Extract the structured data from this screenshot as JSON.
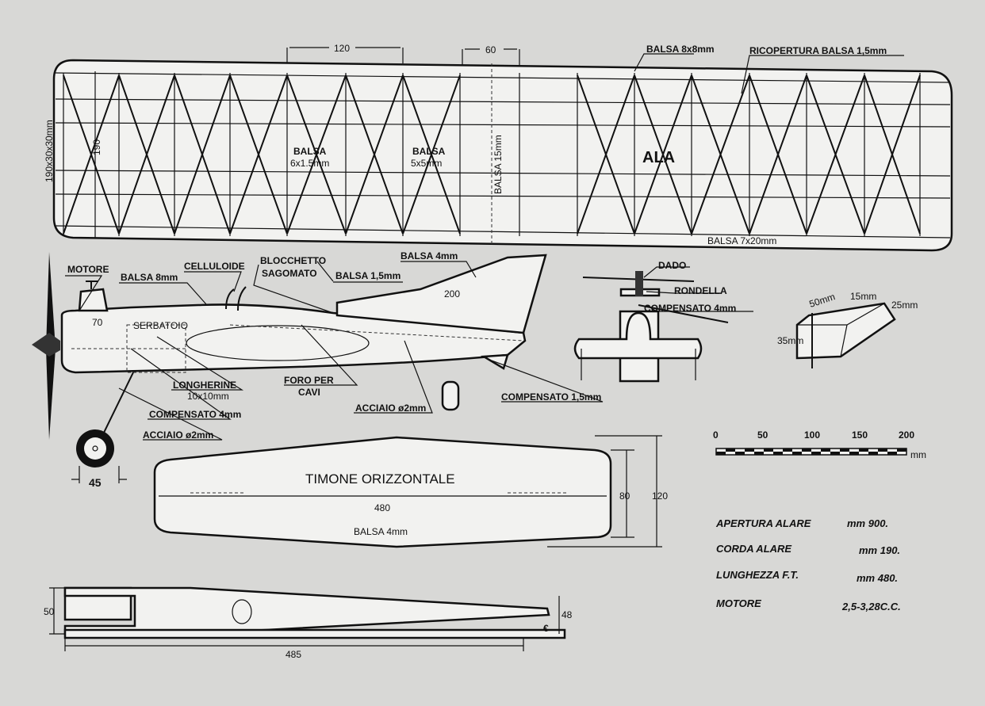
{
  "wing": {
    "dim_120": "120",
    "dim_60": "60",
    "spar_label": "BALSA 8x8mm",
    "covering_label": "RICOPERTURA BALSA 1,5mm",
    "leading_edge": "190x30x30mm",
    "chord": "190",
    "rib_label_1": "BALSA",
    "rib_label_1b": "6x1.5mm",
    "rib_label_2": "BALSA",
    "rib_label_2b": "5x5mm",
    "center_label": "BALSA 15mm",
    "title": "ALA",
    "trailing_edge": "BALSA 7x20mm"
  },
  "fuselage": {
    "motor": "MOTORE",
    "balsa_8": "BALSA 8mm",
    "celluloid": "CELLULOIDE",
    "block_1": "BLOCCHETTO",
    "block_2": "SAGOMATO",
    "balsa_15": "BALSA 1,5mm",
    "balsa_4": "BALSA 4mm",
    "dim_200": "200",
    "dim_70": "70",
    "tank": "SERBATOIO",
    "longerons_1": "LONGHERINE",
    "longerons_2": "10x10mm",
    "cable_hole_1": "FORO PER",
    "cable_hole_2": "CAVI",
    "steel_rear": "ACCIAIO ø2mm",
    "ply_15": "COMPENSATO 1,5mm",
    "ply_4": "COMPENSATO 4mm",
    "steel_front": "ACCIAIO ø2mm",
    "wheel_dim": "45"
  },
  "bellcrank": {
    "nut": "DADO",
    "washer": "RONDELLA",
    "ply": "COMPENSATO 4mm"
  },
  "block": {
    "d50": "50mm",
    "d15": "15mm",
    "d25": "25mm",
    "d35": "35mm"
  },
  "scale": {
    "ticks": [
      "0",
      "50",
      "100",
      "150",
      "200"
    ],
    "unit": "mm"
  },
  "stabilizer": {
    "title": "TIMONE ORIZZONTALE",
    "span": "480",
    "material": "BALSA 4mm",
    "chord_inner": "80",
    "chord_outer": "120"
  },
  "top_view": {
    "width": "50",
    "length": "485",
    "tail": "48",
    "symbol": "€"
  },
  "specs": [
    {
      "label": "APERTURA ALARE",
      "value": "mm 900."
    },
    {
      "label": "CORDA ALARE",
      "value": "mm 190."
    },
    {
      "label": "LUNGHEZZA F.T.",
      "value": "mm 480."
    },
    {
      "label": "MOTORE",
      "value": "2,5-3,28C.C."
    }
  ]
}
